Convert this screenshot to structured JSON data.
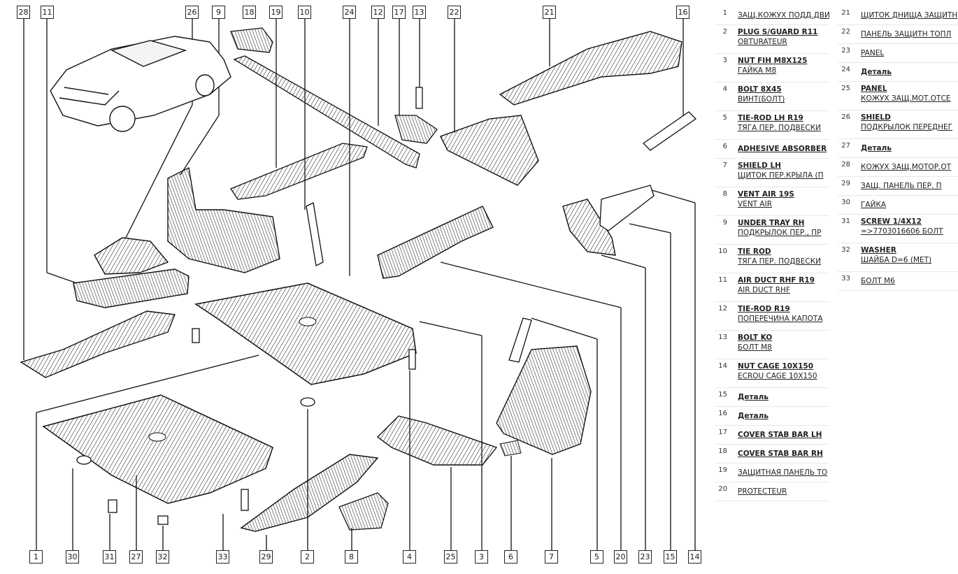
{
  "callout_numbers": {
    "top": [
      "28",
      "11",
      "26",
      "9",
      "18",
      "19",
      "10",
      "24",
      "12",
      "17",
      "13",
      "22",
      "21",
      "16"
    ],
    "bottom": [
      "1",
      "30",
      "31",
      "27",
      "32",
      "33",
      "29",
      "2",
      "8",
      "4",
      "25",
      "3",
      "6",
      "7",
      "5",
      "20",
      "23",
      "15",
      "14"
    ]
  },
  "legend": {
    "col1": [
      {
        "num": "1",
        "line1": "ЗАЩ.КОЖУХ ПОДД.ДВИ",
        "bold": false
      },
      {
        "num": "2",
        "line1": "PLUG S/GUARD R11",
        "line2": "OBTURATEUR",
        "bold": true
      },
      {
        "num": "3",
        "line1": "NUT FIH M8X125",
        "line2": "ГАЙКА М8",
        "bold": true
      },
      {
        "num": "4",
        "line1": "BOLT 8X45",
        "line2": "ВИНТ(БОЛТ)",
        "bold": true
      },
      {
        "num": "5",
        "line1": "TIE-ROD LH R19",
        "line2": "ТЯГА ПЕР. ПОДВЕСКИ",
        "bold": true
      },
      {
        "num": "6",
        "line1": "ADHESIVE ABSORBER",
        "bold": true
      },
      {
        "num": "7",
        "line1": "SHIELD LH",
        "line2": "ЩИТОК ПЕР.КРЫЛА (П",
        "bold": true
      },
      {
        "num": "8",
        "line1": "VENT AIR 19S",
        "line2": "VENT AIR",
        "bold": true
      },
      {
        "num": "9",
        "line1": "UNDER TRAY RH",
        "line2": "ПОДКРЫЛОК ПЕР., ПР",
        "bold": true
      },
      {
        "num": "10",
        "line1": "TIE ROD",
        "line2": "ТЯГА ПЕР. ПОДВЕСКИ",
        "bold": true
      },
      {
        "num": "11",
        "line1": "AIR DUCT RHF R19",
        "line2": "AIR DUCT RHF",
        "bold": true
      },
      {
        "num": "12",
        "line1": "TIE-ROD R19",
        "line2": "ПОПЕРЕЧИНА КАПОТА",
        "bold": true
      },
      {
        "num": "13",
        "line1": "BOLT KO",
        "line2": "БОЛТ М8",
        "bold": true
      },
      {
        "num": "14",
        "line1": "NUT CAGE 10X150",
        "line2": "ECROU CAGE 10X150",
        "bold": true
      },
      {
        "num": "15",
        "line1": "Деталь",
        "bold": true
      },
      {
        "num": "16",
        "line1": "Деталь",
        "bold": true
      },
      {
        "num": "17",
        "line1": "COVER STAB BAR LH",
        "bold": true
      },
      {
        "num": "18",
        "line1": "COVER STAB BAR RH",
        "bold": true
      },
      {
        "num": "19",
        "line1": "ЗАЩИТНАЯ ПАНЕЛЬ ТО",
        "bold": false
      },
      {
        "num": "20",
        "line1": "PROTECTEUR",
        "bold": false
      }
    ],
    "col2": [
      {
        "num": "21",
        "line1": "ЩИТОК ДНИЩА ЗАЩИТН",
        "bold": false
      },
      {
        "num": "22",
        "line1": "ПАНЕЛЬ ЗАЩИТН ТОПЛ",
        "bold": false
      },
      {
        "num": "23",
        "line1": "PANEL",
        "bold": false
      },
      {
        "num": "24",
        "line1": "Деталь",
        "bold": true
      },
      {
        "num": "25",
        "line1": "PANEL",
        "line2": "КОЖУХ ЗАЩ.МОТ.ОТСЕ",
        "bold": true
      },
      {
        "num": "26",
        "line1": "SHIELD",
        "line2": "ПОДКРЫЛОК ПЕРЕДНЕГ",
        "bold": true
      },
      {
        "num": "27",
        "line1": "Деталь",
        "bold": true
      },
      {
        "num": "28",
        "line1": "КОЖУХ ЗАЩ.МОТОР.ОТ",
        "bold": false
      },
      {
        "num": "29",
        "line1": "ЗАЩ. ПАНЕЛЬ ПЕР. П",
        "bold": false
      },
      {
        "num": "30",
        "line1": "ГАЙКА",
        "bold": false
      },
      {
        "num": "31",
        "line1": "SCREW 1/4X12",
        "line2": "=>7703016606 БОЛТ",
        "bold": true
      },
      {
        "num": "32",
        "line1": "WASHER",
        "line2": "ШАЙБА D=6 (МЕТ)",
        "bold": true
      },
      {
        "num": "33",
        "line1": "БОЛТ М6",
        "bold": false
      }
    ]
  }
}
